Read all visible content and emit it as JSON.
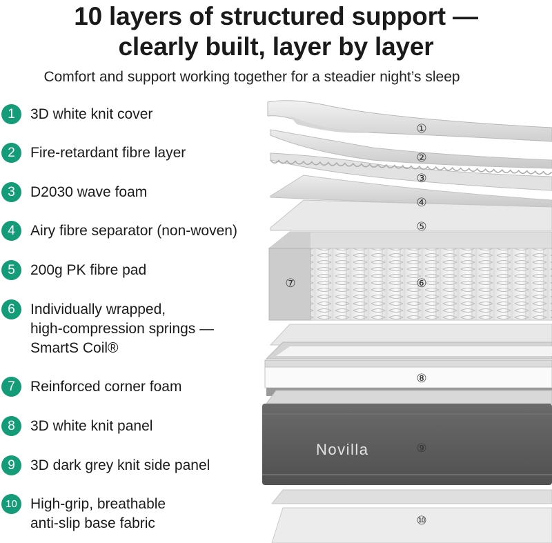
{
  "header": {
    "title_line1": "10 layers of structured support —",
    "title_line2": "clearly built, layer by layer",
    "subtitle": "Comfort and support working together for a steadier night’s sleep"
  },
  "layers": [
    {
      "number": "1",
      "label": "3D white knit cover"
    },
    {
      "number": "2",
      "label": "Fire-retardant fibre layer"
    },
    {
      "number": "3",
      "label": "D2030 wave foam"
    },
    {
      "number": "4",
      "label": "Airy fibre separator (non-woven)"
    },
    {
      "number": "5",
      "label": "200g PK fibre pad"
    },
    {
      "number": "6",
      "label": "Individually wrapped,\nhigh-compression springs —\nSmartS Coil®"
    },
    {
      "number": "7",
      "label": "Reinforced corner foam"
    },
    {
      "number": "8",
      "label": "3D white knit panel"
    },
    {
      "number": "9",
      "label": "3D dark grey knit side panel"
    },
    {
      "number": "10",
      "label": "High-grip, breathable\nanti-slip base fabric"
    }
  ],
  "illustration": {
    "brand": "Novilla",
    "markers": [
      "①",
      "②",
      "③",
      "④",
      "⑤",
      "⑥",
      "⑦",
      "⑧",
      "⑨",
      "⑩"
    ]
  },
  "colors": {
    "badge": "#149b77",
    "side_panel": "#5b5b5b",
    "layer_light": "#e6e6e6"
  }
}
